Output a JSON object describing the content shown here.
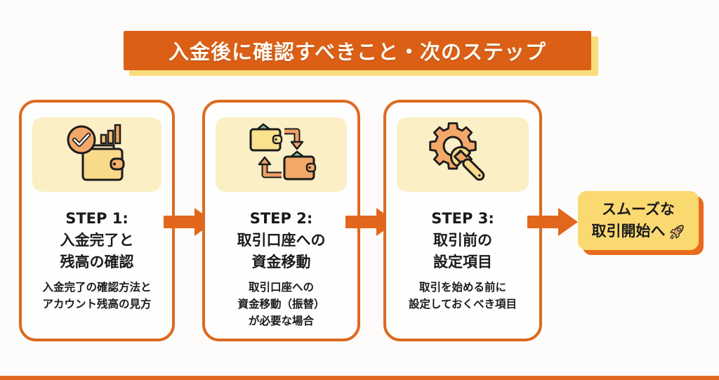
{
  "title": "入金後に確認すべきこと・次のステップ",
  "colors": {
    "accent": "#dc5f16",
    "card_border": "#dc6a20",
    "icon_panel": "#fbefc6",
    "highlight_yellow": "#fbd971"
  },
  "steps": [
    {
      "label": "STEP 1:",
      "title_line1": "入金完了と",
      "title_line2": "残高の確認",
      "desc_line1": "入金完了の確認方法と",
      "desc_line2": "アカウント残高の見方",
      "desc_line3": "",
      "icon": "wallet-check-icon"
    },
    {
      "label": "STEP 2:",
      "title_line1": "取引口座への",
      "title_line2": "資金移動",
      "desc_line1": "取引口座への",
      "desc_line2": "資金移動（振替）",
      "desc_line3": "が必要な場合",
      "icon": "wallet-transfer-icon"
    },
    {
      "label": "STEP 3:",
      "title_line1": "取引前の",
      "title_line2": "設定項目",
      "desc_line1": "取引を始める前に",
      "desc_line2": "設定しておくべき項目",
      "desc_line3": "",
      "icon": "gear-wrench-icon"
    }
  ],
  "final": {
    "line1": "スムーズな",
    "line2": "取引開始へ",
    "icon": "rocket-icon"
  }
}
